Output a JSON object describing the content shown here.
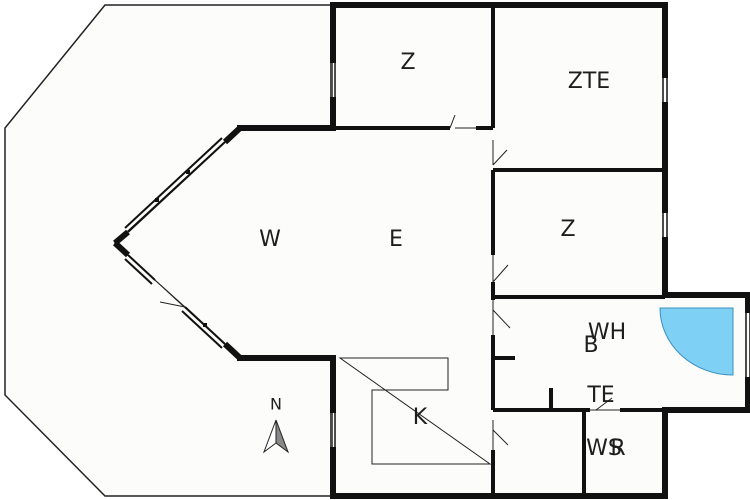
{
  "rooms": {
    "z_top": "Z",
    "zte": "ZTE",
    "w": "W",
    "e": "E",
    "z_mid": "Z",
    "wh": "WH",
    "b": "B",
    "k": "K",
    "te": "TE",
    "ws": "WS",
    "r": "R"
  },
  "compass": {
    "label": "N"
  },
  "colors": {
    "wall": "#111111",
    "floor": "#fcfcfa",
    "shower": "#7fd0f5",
    "outline": "#222222"
  }
}
